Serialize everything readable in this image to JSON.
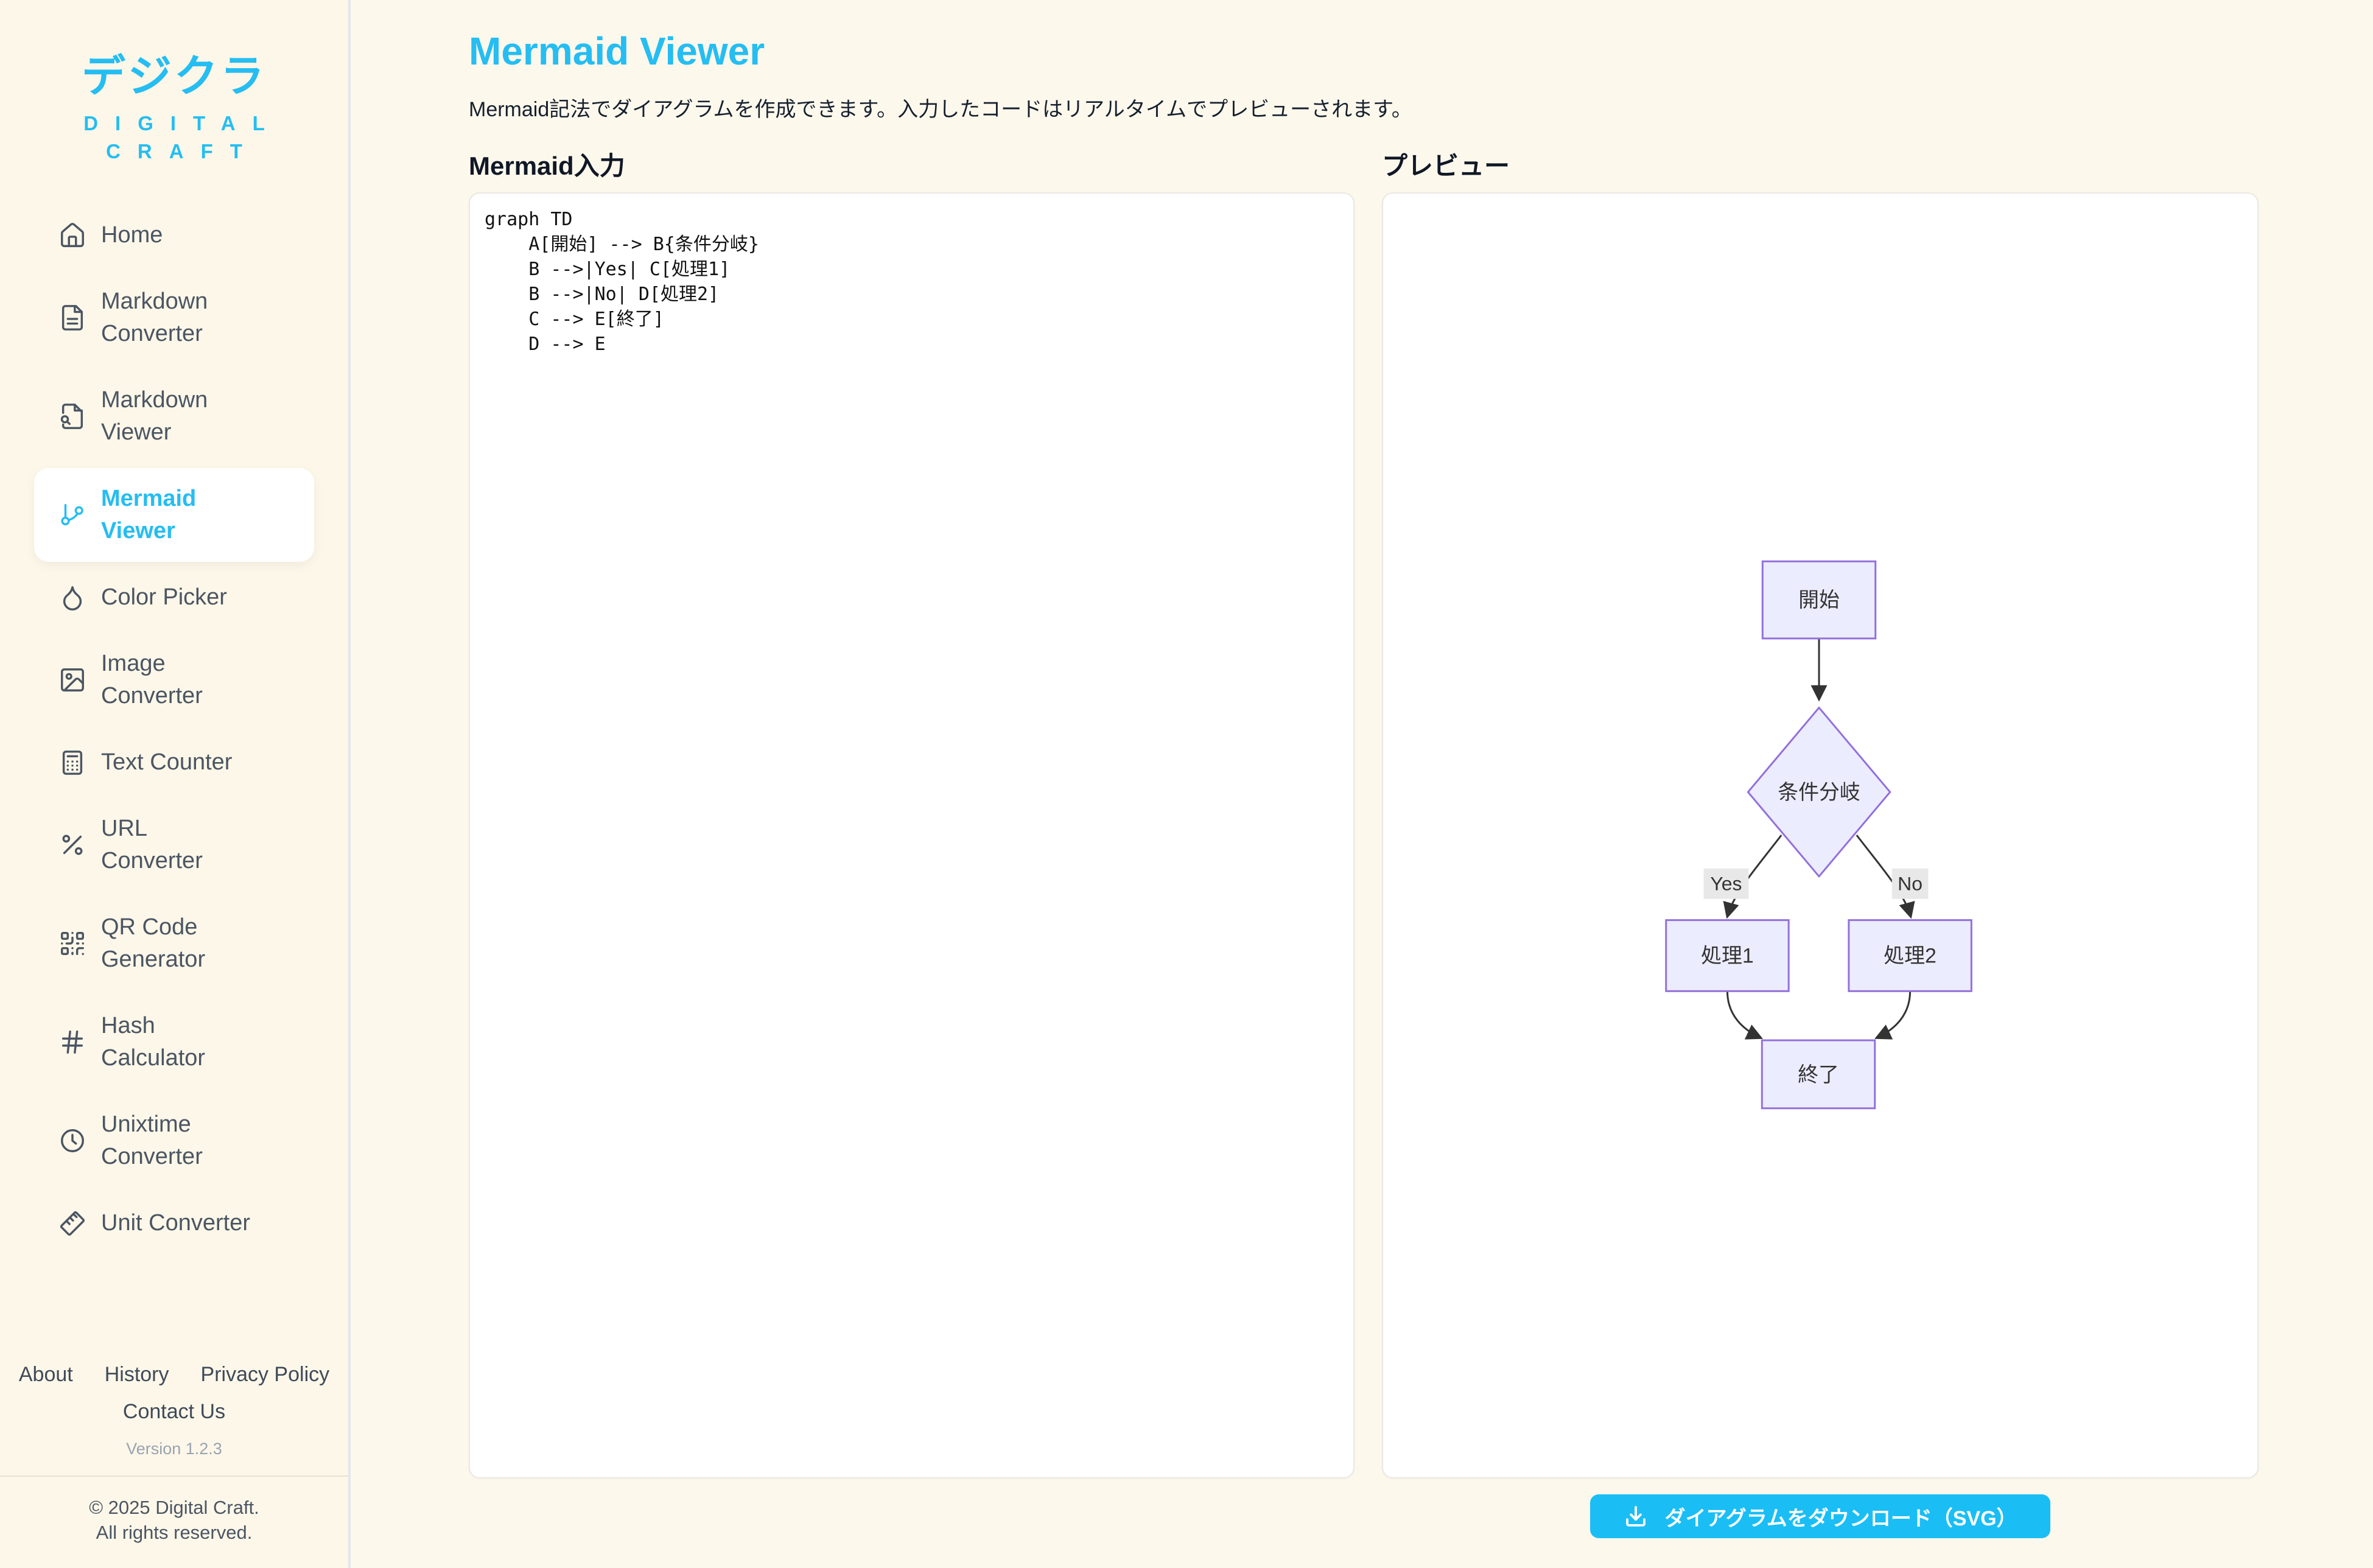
{
  "brand": {
    "logo_text": "デジクラ",
    "tagline_line1": "DIGITAL",
    "tagline_line2": "CRAFT"
  },
  "sidebar": {
    "items": [
      {
        "label": "Home",
        "icon": "home-icon",
        "active": false
      },
      {
        "label": "Markdown Converter",
        "icon": "document-icon",
        "active": false
      },
      {
        "label": "Markdown Viewer",
        "icon": "document-search-icon",
        "active": false
      },
      {
        "label": "Mermaid Viewer",
        "icon": "git-branch-icon",
        "active": true
      },
      {
        "label": "Color Picker",
        "icon": "droplet-icon",
        "active": false
      },
      {
        "label": "Image Converter",
        "icon": "image-icon",
        "active": false
      },
      {
        "label": "Text Counter",
        "icon": "calculator-icon",
        "active": false
      },
      {
        "label": "URL Converter",
        "icon": "percent-icon",
        "active": false
      },
      {
        "label": "QR Code Generator",
        "icon": "qr-code-icon",
        "active": false
      },
      {
        "label": "Hash Calculator",
        "icon": "hash-icon",
        "active": false
      },
      {
        "label": "Unixtime Converter",
        "icon": "clock-icon",
        "active": false
      },
      {
        "label": "Unit Converter",
        "icon": "ruler-icon",
        "active": false
      }
    ],
    "footer_links": {
      "about": "About",
      "history": "History",
      "privacy": "Privacy Policy",
      "contact": "Contact Us"
    },
    "version": "Version 1.2.3",
    "copyright_line1": "© 2025 Digital Craft.",
    "copyright_line2": "All rights reserved."
  },
  "main": {
    "title": "Mermaid Viewer",
    "description": "Mermaid記法でダイアグラムを作成できます。入力したコードはリアルタイムでプレビューされます。",
    "input_heading": "Mermaid入力",
    "preview_heading": "プレビュー",
    "editor_value": "graph TD\n    A[開始] --> B{条件分岐}\n    B -->|Yes| C[処理1]\n    B -->|No| D[処理2]\n    C --> E[終了]\n    D --> E",
    "download_button_label": "ダイアグラムをダウンロード（SVG）"
  },
  "diagram": {
    "type": "flowchart",
    "direction": "TD",
    "nodes": [
      {
        "id": "A",
        "label": "開始",
        "shape": "rect"
      },
      {
        "id": "B",
        "label": "条件分岐",
        "shape": "diamond"
      },
      {
        "id": "C",
        "label": "処理1",
        "shape": "rect"
      },
      {
        "id": "D",
        "label": "処理2",
        "shape": "rect"
      },
      {
        "id": "E",
        "label": "終了",
        "shape": "rect"
      }
    ],
    "edges": [
      {
        "from": "A",
        "to": "B",
        "label": ""
      },
      {
        "from": "B",
        "to": "C",
        "label": "Yes"
      },
      {
        "from": "B",
        "to": "D",
        "label": "No"
      },
      {
        "from": "C",
        "to": "E",
        "label": ""
      },
      {
        "from": "D",
        "to": "E",
        "label": ""
      }
    ],
    "colors": {
      "node_fill": "#ECECFF",
      "node_border": "#9370DB",
      "edge": "#333333",
      "edge_label_bg": "#E8E8E8",
      "accent": "#25BDF2"
    }
  }
}
